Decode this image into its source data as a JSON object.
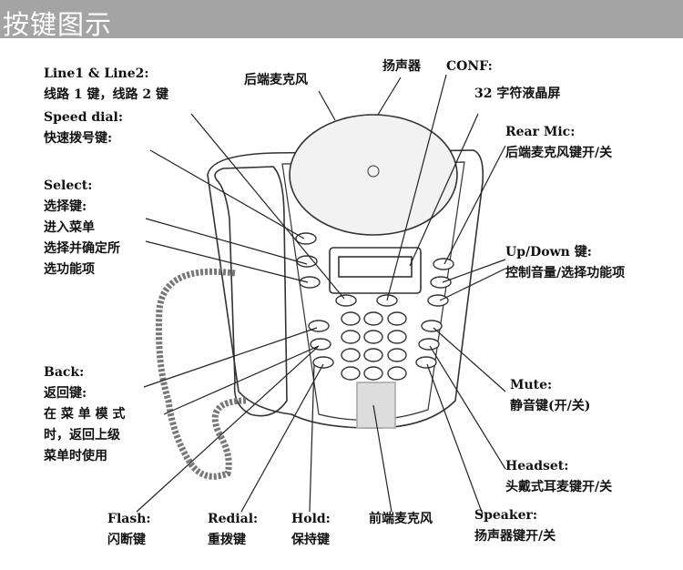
{
  "header": {
    "title": "按键图示"
  },
  "labels": {
    "line": {
      "en": "Line1 & Line2:",
      "zh": "线路 1 键，线路 2 键"
    },
    "speed": {
      "en": "Speed dial:",
      "zh": "快速拨号键:"
    },
    "select": {
      "en": "Select:",
      "zh1": "选择键:",
      "zh2": "进入菜单",
      "zh3": "选择并确定所",
      "zh4": "选功能项"
    },
    "back": {
      "en": "Back:",
      "zh1": "返回键:",
      "zh2": "在 菜 单 模 式",
      "zh3": "时，返回上级",
      "zh4": "菜单时使用"
    },
    "rear_mic_top": "后端麦克风",
    "speaker_top": "扬声器",
    "conf": "CONF:",
    "lcd": "32 字符液晶屏",
    "rear_mic": {
      "en": "Rear Mic:",
      "zh": "后端麦克风键开/关"
    },
    "updown": {
      "en": "Up/Down 键:",
      "zh": "控制音量/选择功能项"
    },
    "mute": {
      "en": "Mute:",
      "zh": "静音键(开/关)"
    },
    "headset": {
      "en": "Headset:",
      "zh": "头戴式耳麦键开/关"
    },
    "speaker": {
      "en": "Speaker:",
      "zh": "扬声器键开/关"
    },
    "flash": {
      "en": "Flash:",
      "zh": "闪断键"
    },
    "redial": {
      "en": "Redial:",
      "zh": "重拨键"
    },
    "hold": {
      "en": "Hold:",
      "zh": "保持键"
    },
    "front_mic": "前端麦克风"
  }
}
